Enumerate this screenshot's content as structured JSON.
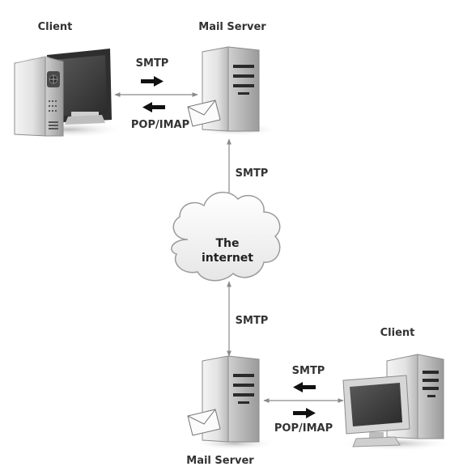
{
  "labels": {
    "client_top": "Client",
    "server_top": "Mail Server",
    "client_bottom": "Client",
    "server_bottom": "Mail Server",
    "smtp_top": "SMTP",
    "popimap_top": "POP/IMAP",
    "smtp_upper_link": "SMTP",
    "smtp_lower_link": "SMTP",
    "smtp_bottom": "SMTP",
    "popimap_bottom": "POP/IMAP",
    "internet_line1": "The",
    "internet_line2": "internet"
  },
  "icons": {
    "client_top": "desktop-computer-icon",
    "server_top": "server-tower-icon",
    "server_bottom": "server-tower-icon",
    "client_bottom": "desktop-computer-icon",
    "envelope": "envelope-icon",
    "cloud": "cloud-icon"
  }
}
